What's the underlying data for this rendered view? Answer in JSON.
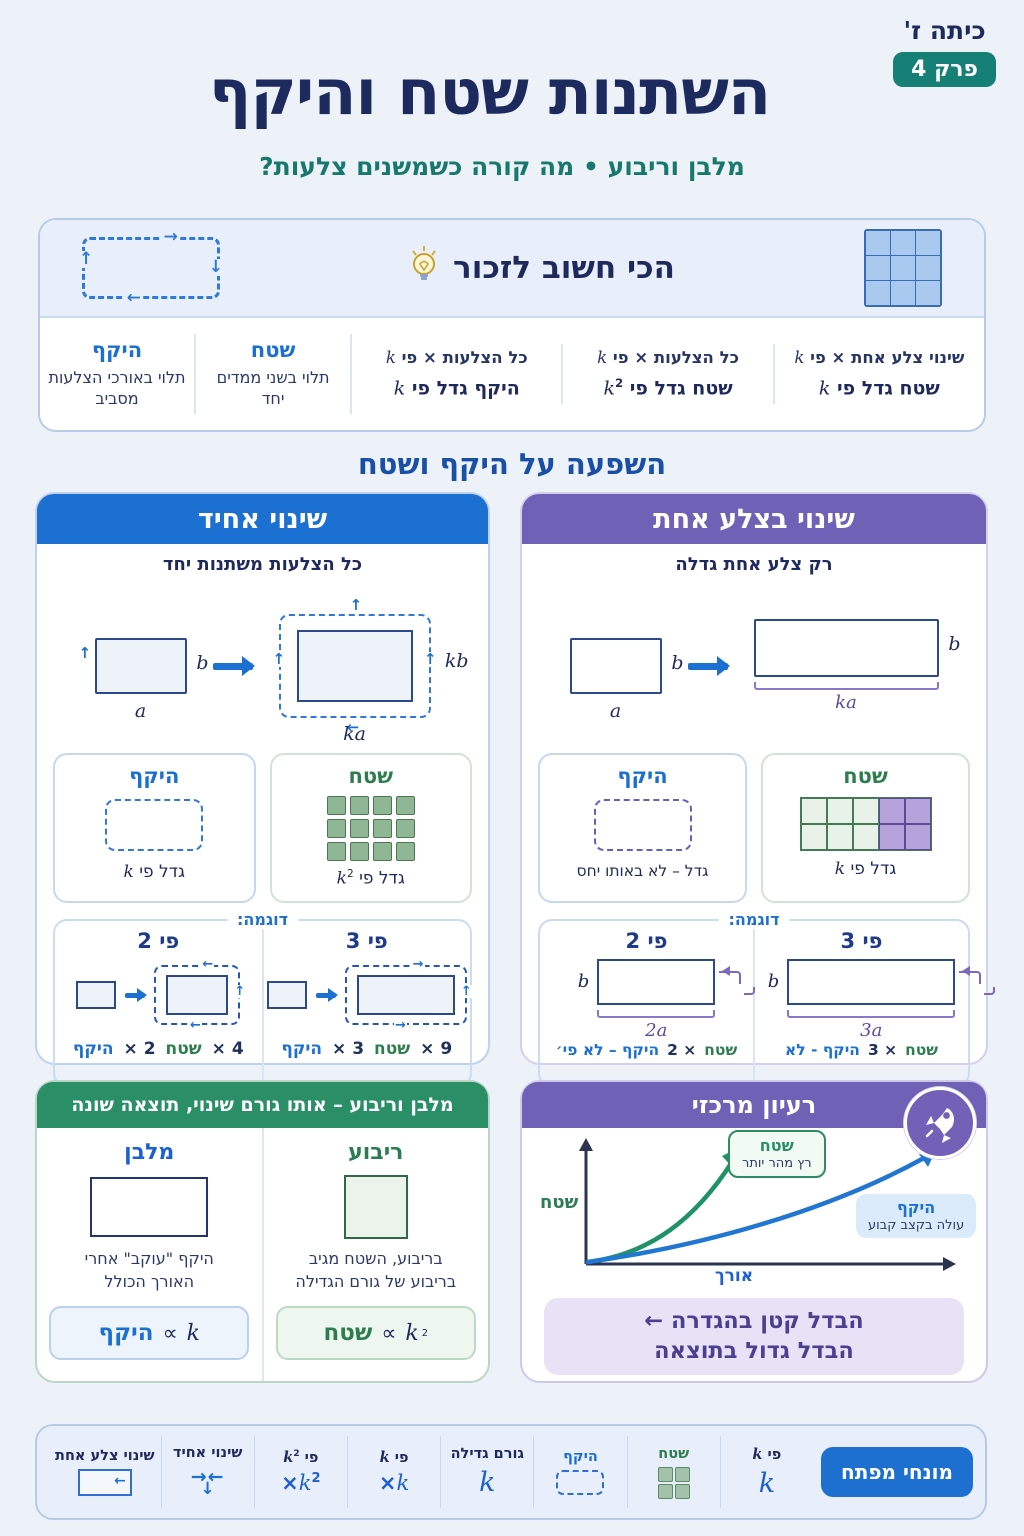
{
  "badge": {
    "grade": "כיתה ז'",
    "chapter": "פרק 4"
  },
  "header": {
    "title": "השתנות שטח והיקף",
    "subtitle": "מלבן וריבוע • מה קורה כשמשנים צלעות?"
  },
  "icons": {
    "up": "↑",
    "down": "↓",
    "left": "←",
    "right": "→"
  },
  "remember": {
    "heading": "הכי חשוב לזכור",
    "cols": [
      {
        "title": "שינוי צלע אחת × פי",
        "tvar": "k",
        "sub": "שטח גדל פי",
        "svar": "k",
        "ssup": ""
      },
      {
        "title": "כל הצלעות × פי",
        "tvar": "k",
        "sub": "שטח גדל פי",
        "svar": "k",
        "ssup": "2"
      },
      {
        "title": "כל הצלעות × פי",
        "tvar": "k",
        "sub": "היקף גדל פי",
        "svar": "k",
        "ssup": ""
      },
      {
        "title": "שטח",
        "sub": "תלוי בשני ממדים יחד"
      },
      {
        "title": "היקף",
        "sub": "תלוי באורכי הצלעות מסביב"
      }
    ]
  },
  "section_heading": "השפעה על היקף ושטח",
  "uniform": {
    "title": "שינוי אחיד",
    "subtitle": "כל הצלעות משתנות יחד",
    "a": "a",
    "b": "b",
    "ka": "ka",
    "kb": "kb",
    "perim": {
      "title": "היקף",
      "cap": "גדל פי",
      "var": "k"
    },
    "area": {
      "title": "שטח",
      "cap": "גדל פי",
      "var": "k",
      "sup": "2"
    },
    "legend": "דוגמה:",
    "ex2": {
      "title": "פי 2",
      "p": "היקף",
      "pm": "× 2",
      "a": "שטח",
      "am": "× 4"
    },
    "ex3": {
      "title": "פי 3",
      "p": "היקף",
      "pm": "× 3",
      "a": "שטח",
      "am": "× 9"
    }
  },
  "oneside": {
    "title": "שינוי בצלע אחת",
    "subtitle": "רק צלע אחת גדלה",
    "a": "a",
    "b": "b",
    "ka": "ka",
    "perim": {
      "title": "היקף",
      "cap": "גדל – לא באותו יחס"
    },
    "area": {
      "title": "שטח",
      "cap": "גדל פי",
      "var": "k"
    },
    "legend": "דוגמה:",
    "ex2": {
      "title": "פי 2",
      "b": "b",
      "len": "2a",
      "p": "היקף – לא פי׳",
      "m": "2 ×",
      "a": "שטח"
    },
    "ex3": {
      "title": "פי 3",
      "b": "b",
      "len": "3a",
      "p": "היקף - לא",
      "m": "3 ×",
      "a": "שטח"
    }
  },
  "compare": {
    "title": "מלבן וריבוע – אותו גורם שינוי, תוצאה שונה",
    "rect": {
      "title": "מלבן",
      "line1": "היקף \"עוקב\" אחרי",
      "line2": "האורך הכולל",
      "fname": "היקף",
      "fsign": "∝",
      "fvar": "k"
    },
    "square": {
      "title": "ריבוע",
      "line1": "בריבוע, השטח מגיב",
      "line2": "בריבוע של גורם הגדילה",
      "fname": "שטח",
      "fsign": "∝",
      "fvar": "k",
      "fsup": "2"
    }
  },
  "idea": {
    "title": "רעיון מרכזי",
    "ylabel": "שטח",
    "xlabel": "אורך",
    "area_badge": {
      "title": "שטח",
      "sub": "רץ מהר יותר"
    },
    "perim_badge": {
      "title": "היקף",
      "sub": "עולה בקצב קבוע"
    },
    "line1": "הבדל קטן בהגדרה ←",
    "line2": "הבדל גדול בתוצאה"
  },
  "terms": {
    "pill": "מונחי מפתח",
    "factor": {
      "label": "פי",
      "lvar": "k",
      "big": "k"
    },
    "area": {
      "label": "שטח"
    },
    "perim": {
      "label": "היקף"
    },
    "growth": {
      "label": "גורם גדילה",
      "big": "k"
    },
    "times_k": {
      "label": "פי",
      "lvar": "k",
      "sign": "×",
      "val": "k"
    },
    "times_k2": {
      "label": "פי",
      "lvar": "k",
      "lsup": "2",
      "sign": "×",
      "val": "k",
      "vsup": "2"
    },
    "uniform": {
      "label": "שינוי אחיד"
    },
    "oneside": {
      "label": "שינוי צלע אחת"
    }
  },
  "colors": {
    "navy": "#1c2a5e",
    "blue": "#1b70d1",
    "teal": "#17796d",
    "teal_badge": "#178076",
    "purple": "#6f61b6",
    "green": "#2a8f66"
  }
}
